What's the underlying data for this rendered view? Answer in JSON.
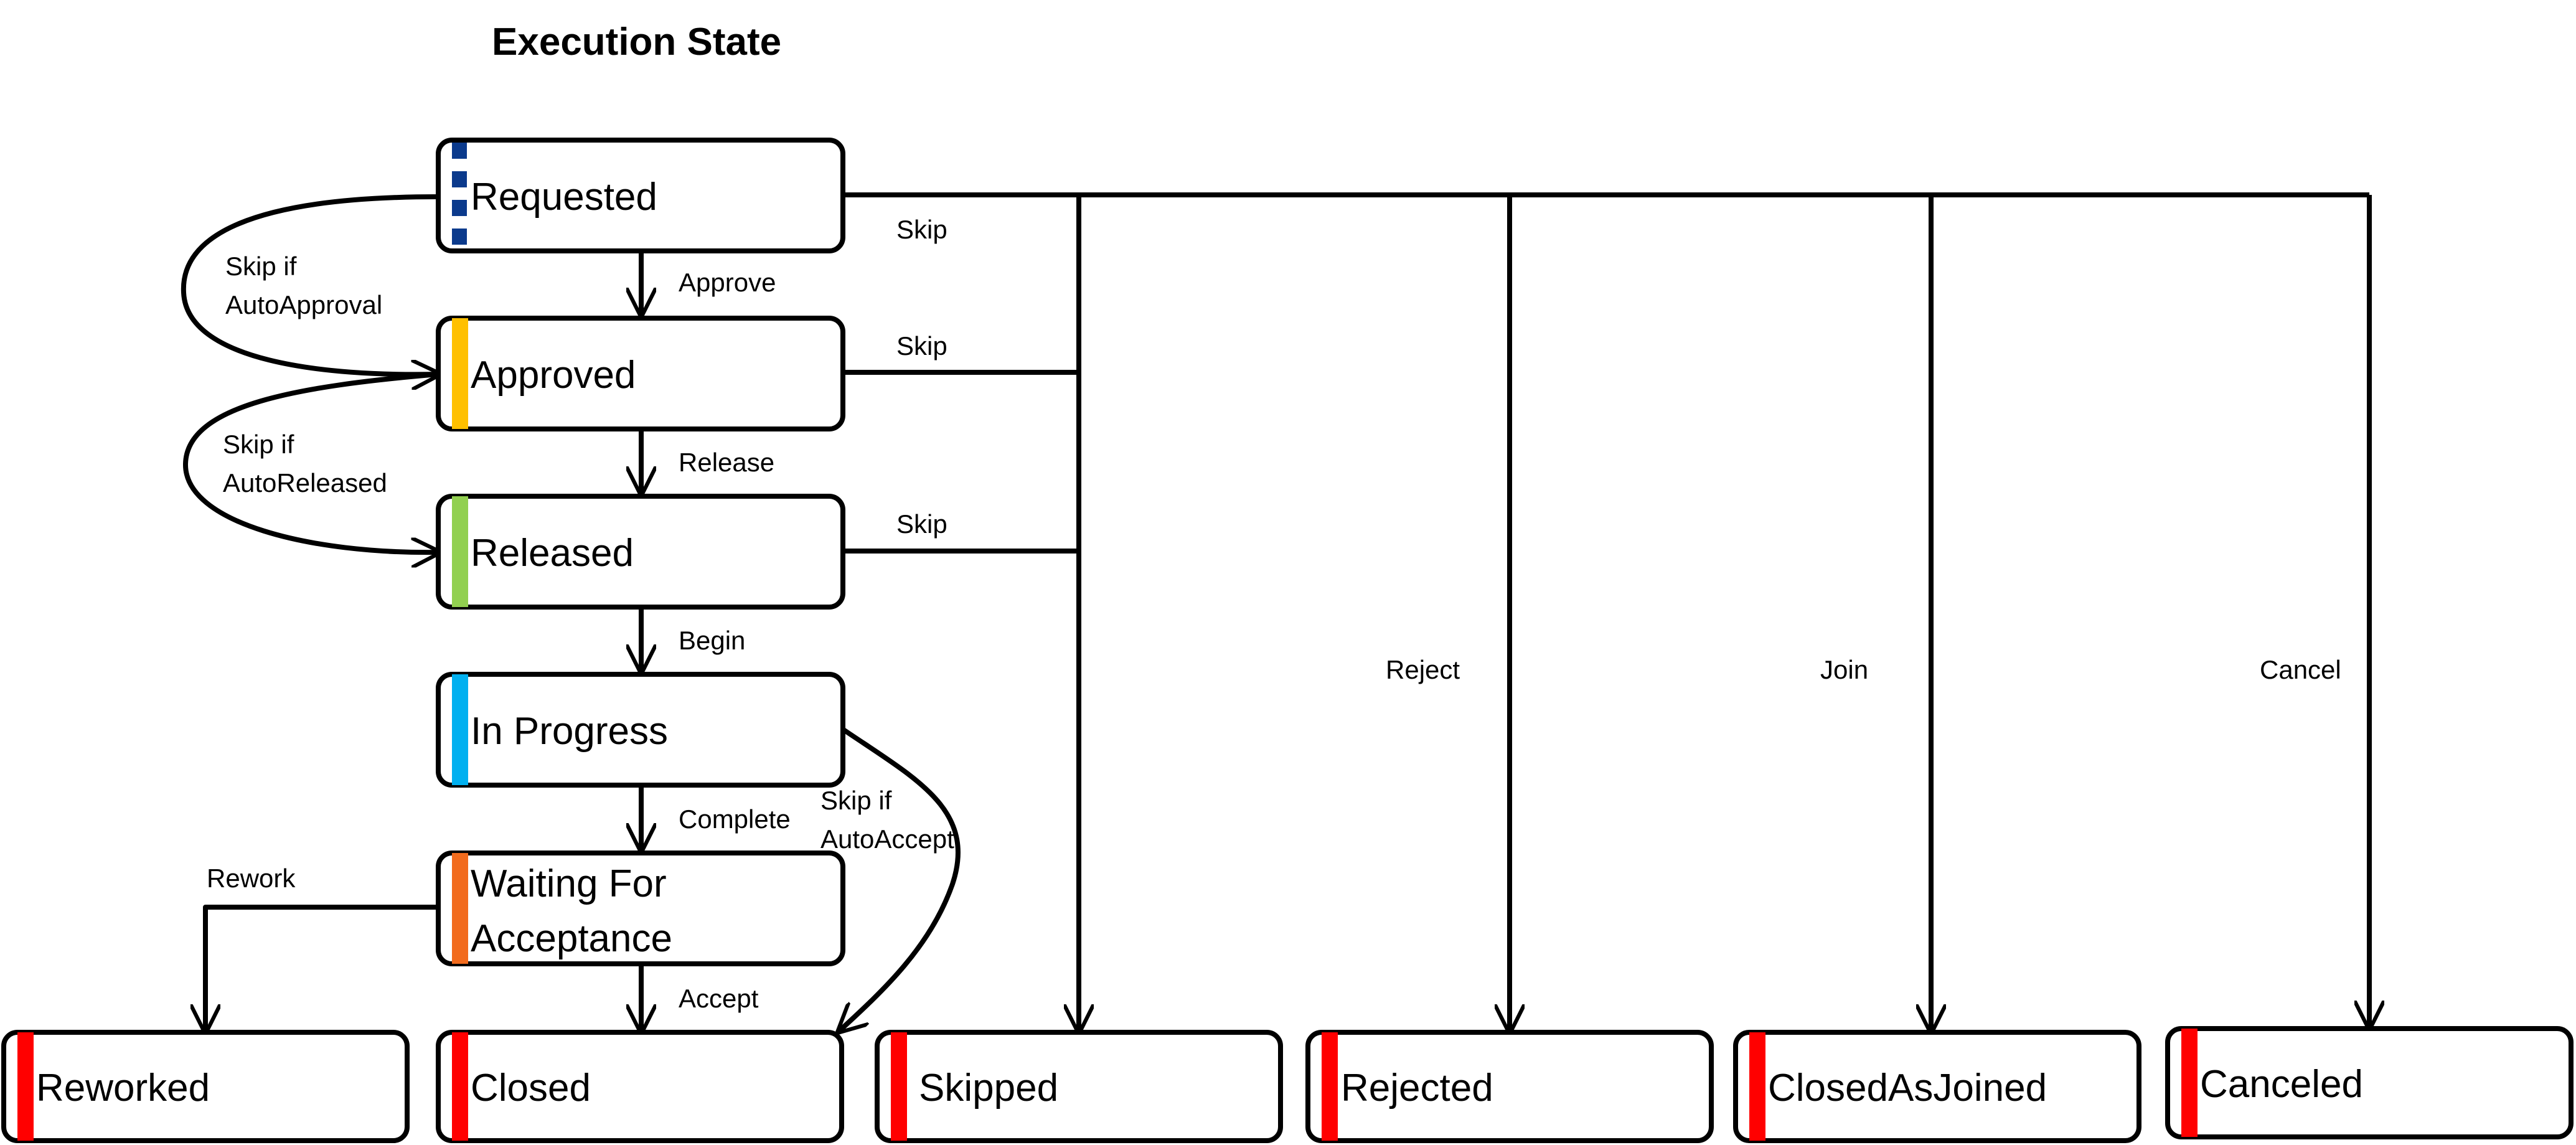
{
  "title": "Execution State",
  "colors": {
    "requested": "#0b3a8c",
    "approved": "#ffc000",
    "released": "#92d050",
    "in_progress": "#00b0f0",
    "waiting": "#f26b1d",
    "terminal": "#ff0000"
  },
  "states": {
    "requested": "Requested",
    "approved": "Approved",
    "released": "Released",
    "in_progress": "In Progress",
    "waiting_line1": "Waiting For",
    "waiting_line2": "Acceptance",
    "reworked": "Reworked",
    "closed": "Closed",
    "skipped": "Skipped",
    "rejected": "Rejected",
    "closed_as_joined": "ClosedAsJoined",
    "canceled": "Canceled"
  },
  "transitions": {
    "approve": "Approve",
    "release": "Release",
    "begin": "Begin",
    "complete": "Complete",
    "accept": "Accept",
    "rework": "Rework",
    "skip_requested": "Skip",
    "skip_approved": "Skip",
    "skip_released": "Skip",
    "reject": "Reject",
    "join": "Join",
    "cancel": "Cancel",
    "skip_auto_approval_1": "Skip if",
    "skip_auto_approval_2": "AutoApproval",
    "skip_auto_released_1": "Skip if",
    "skip_auto_released_2": "AutoReleased",
    "skip_auto_accept_1": "Skip if",
    "skip_auto_accept_2": "AutoAccept"
  }
}
